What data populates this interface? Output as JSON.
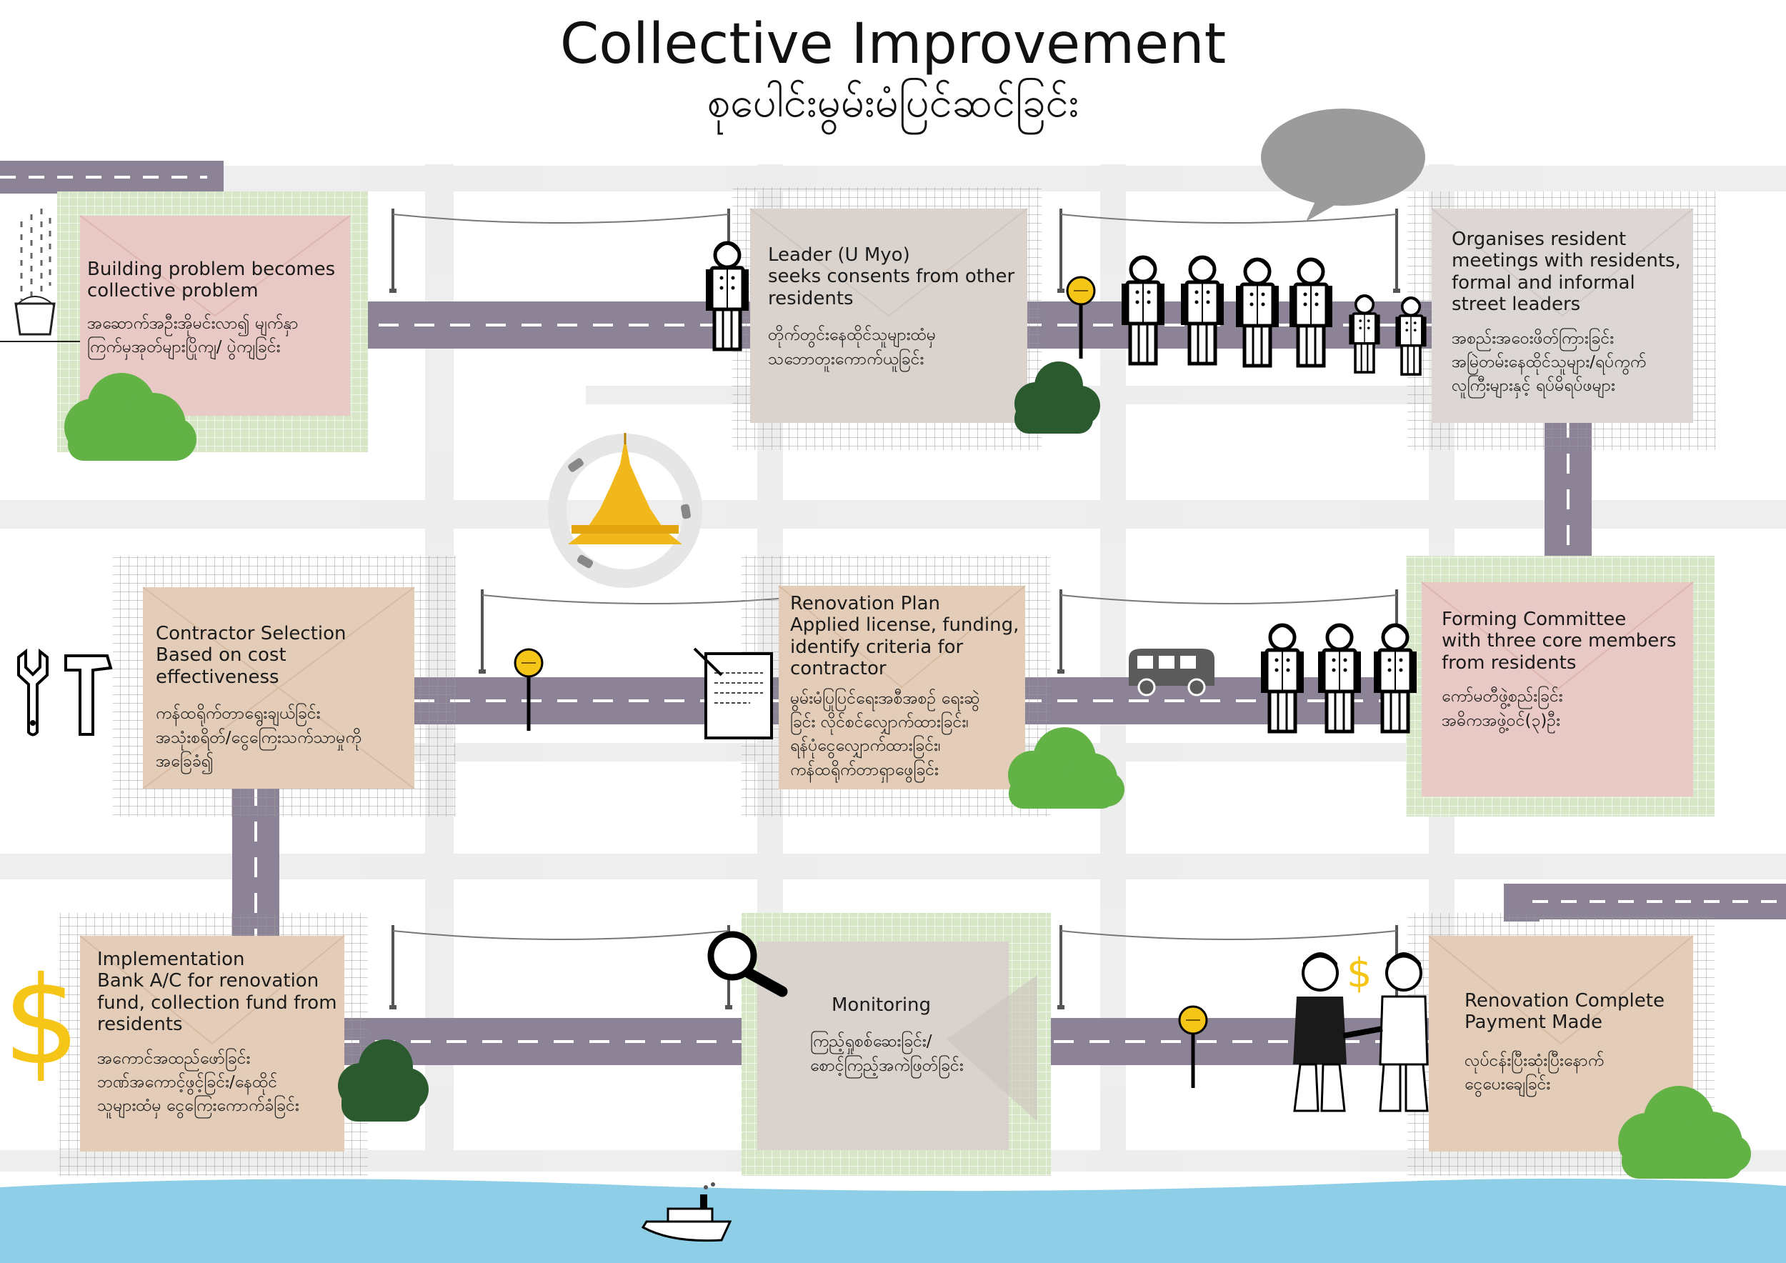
{
  "title": {
    "en": "Collective Improvement",
    "mm": "စုပေါင်းမွမ်းမံပြင်ဆင်ခြင်း"
  },
  "steps": [
    {
      "en": "Building problem becomes\ncollective problem",
      "mm": "အဆောက်အဦးအိုမင်းလာ၍ မျက်နှာ\nကြက်မှအုတ်များပြိုကျ/ ပွဲကျခြင်း"
    },
    {
      "en": "Leader (U Myo)\nseeks  consents from other\nresidents",
      "mm": "တိုက်တွင်းနေထိုင်သူများထံမှ\nသဘောတူးကောက်ယူခြင်း"
    },
    {
      "en": "Organises resident\nmeetings with residents,\nformal and informal\nstreet leaders",
      "mm": "အစည်းအဝေးဖိတ်ကြားခြင်း\nအမြဲတမ်းနေထိုင်သူများ/ရပ်ကွက်\nလူကြီးများနှင့် ရပ်မိရပ်ဖများ"
    },
    {
      "en": "Contractor Selection\nBased on cost effectiveness",
      "mm": "ကန်ထရိုက်တာရွေးချယ်ခြင်း\nအသုံးစရိတ်/ငွေကြေးသက်သာမှုကို\nအခြေခံ၍"
    },
    {
      "en": "Renovation Plan\nApplied license, funding,\nidentify criteria for\ncontractor",
      "mm": "မွမ်းမံပြုပြင်ရေးအစီအစဉ် ရေးဆွဲ\nခြင်း လိုင်စင်လျှောက်ထားခြင်း၊\nရန်ပုံငွေလျှောက်ထားခြင်း၊\nကန်ထရိုက်တာရှာဖွေခြင်း"
    },
    {
      "en": "Forming Committee\nwith three core members\nfrom residents",
      "mm": "ကော်မတီဖွဲ့စည်းခြင်း\nအဓိကအဖွဲ့ဝင်(၃)ဦး"
    },
    {
      "en": "Implementation\nBank A/C for renovation\nfund, collection fund from\nresidents",
      "mm": "အကောင်အထည်ဖော်ခြင်း\nဘဏ်အကောင့်ဖွင့်ခြင်း/နေထိုင်\nသူများထံမှ ငွေကြေးကောက်ခံခြင်း"
    },
    {
      "en": "Monitoring",
      "mm": "ကြည့်ရှုစစ်ဆေးခြင်း/\nစောင့်ကြည့်အကဲဖြတ်ခြင်း"
    },
    {
      "en": "Renovation Complete\nPayment Made",
      "mm": "လုပ်ငန်းပြီးဆုံးပြီးနောက်\nငွေပေးချေခြင်း"
    }
  ],
  "symbols": {
    "dollar": "$",
    "dollar_small": "$",
    "bus_stop_sign": "bus stop"
  },
  "colors": {
    "road": "#8c8496",
    "grid_green": "#d5e6c4",
    "panel_pink": "#e9c9c6",
    "panel_grey": "#d9d2cd",
    "panel_tan": "#e3cdb8",
    "tree_light": "#62b246",
    "tree_dark": "#2c5a2f",
    "pagoda": "#f1b81c",
    "water": "#8ecfe7",
    "bubble": "#9b9b9b",
    "dollar": "#f5c518"
  }
}
